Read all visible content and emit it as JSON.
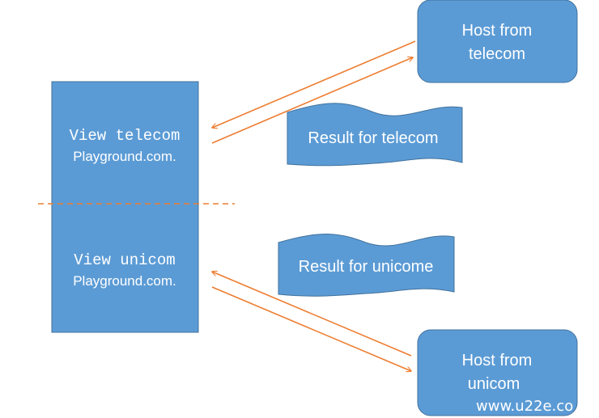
{
  "colors": {
    "box_fill": "#5b9bd5",
    "box_stroke": "#41719c",
    "arrow": "#ed7d31",
    "divider": "#ed7d31",
    "text": "#ffffff"
  },
  "viewer": {
    "telecom_line1": "View telecom",
    "telecom_line2": "Playground.com.",
    "unicom_line1": "View unicom",
    "unicom_line2": "Playground.com."
  },
  "hosts": {
    "telecom_line1": "Host from",
    "telecom_line2": "telecom",
    "unicom_line1": "Host from",
    "unicom_line2": "unicom"
  },
  "results": {
    "telecom": "Result for telecom",
    "unicom": "Result for unicome"
  },
  "watermark": "www.u22e.co"
}
